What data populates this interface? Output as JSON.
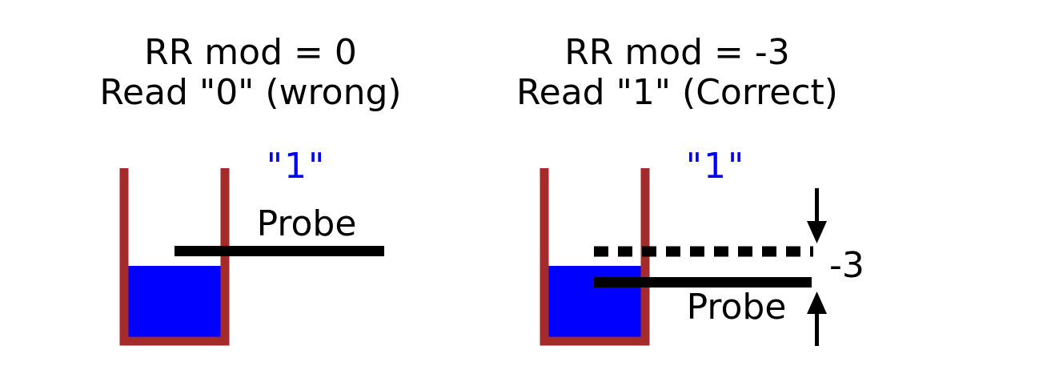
{
  "colors": {
    "water": "#0000ff",
    "container": "#a52a2a",
    "probe": "#000000",
    "bit_label": "#0000ff",
    "text": "#000000",
    "background": "#ffffff"
  },
  "panels": [
    {
      "title_line1": "RR mod = 0",
      "title_line2": "Read \"0\" (wrong)",
      "bit_label": "\"1\"",
      "probe_label": "Probe"
    },
    {
      "title_line1": "RR mod = -3",
      "title_line2": "Read \"1\" (Correct)",
      "bit_label": "\"1\"",
      "probe_label": "Probe",
      "offset_label": "-3"
    }
  ],
  "icons": {
    "down_arrow": "arrow-down-icon",
    "up_arrow": "arrow-up-icon"
  }
}
